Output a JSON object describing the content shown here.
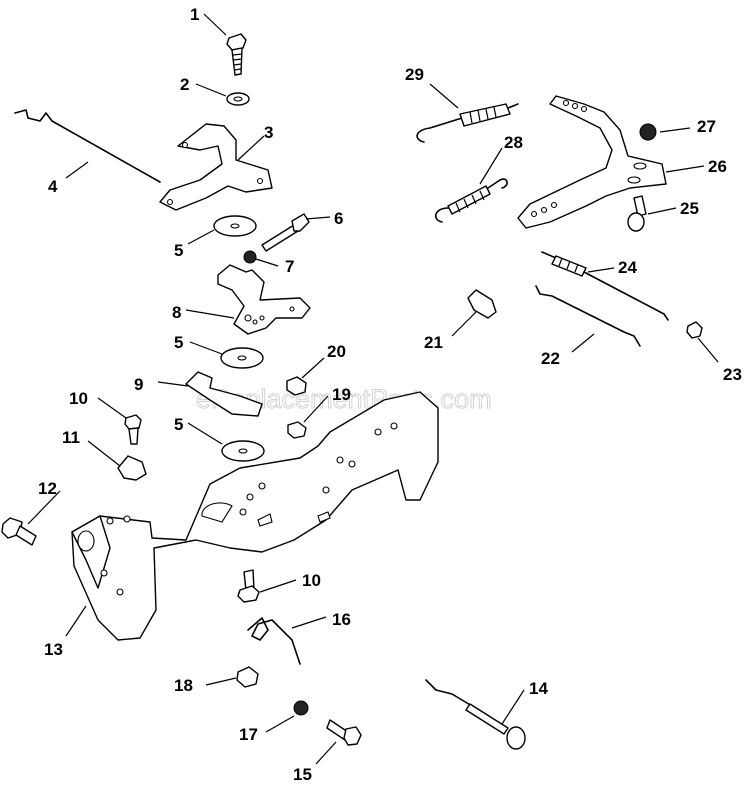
{
  "watermark": "eReplacementParts.com",
  "callouts": [
    "1",
    "2",
    "3",
    "4",
    "5",
    "6",
    "7",
    "8",
    "5",
    "20",
    "9",
    "10",
    "19",
    "5",
    "11",
    "10",
    "12",
    "13",
    "16",
    "18",
    "17",
    "15",
    "14",
    "29",
    "28",
    "27",
    "26",
    "25",
    "24",
    "21",
    "22",
    "23"
  ]
}
